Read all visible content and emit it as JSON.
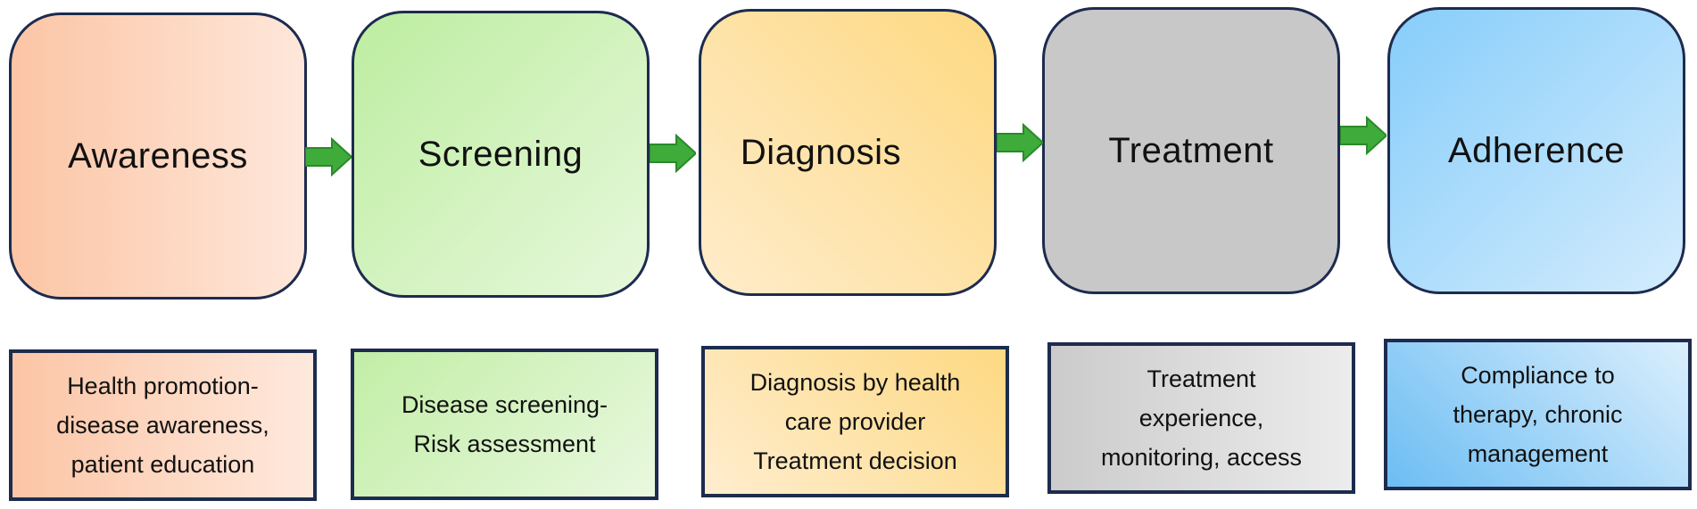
{
  "stages": [
    {
      "label": "Awareness"
    },
    {
      "label": "Screening"
    },
    {
      "label": "Diagnosis"
    },
    {
      "label": "Treatment"
    },
    {
      "label": "Adherence"
    }
  ],
  "descriptions": [
    {
      "text": "Health promotion-\ndisease awareness,\npatient education"
    },
    {
      "text": "Disease screening-\nRisk assessment"
    },
    {
      "text": "Diagnosis by health\ncare provider\nTreatment decision"
    },
    {
      "text": "Treatment\nexperience,\nmonitoring, access"
    },
    {
      "text": "Compliance to\ntherapy, chronic\nmanagement"
    }
  ],
  "colors": {
    "border": "#1d2b4e",
    "arrow_fill": "#3eab3a",
    "arrow_dark": "#2a8a2a",
    "awareness": "#fcc5a5",
    "screening": "#bdeda0",
    "diagnosis": "#fdd982",
    "treatment": "#c8c8c8",
    "adherence": "#86cdfa"
  },
  "icons": {
    "connector": "right-arrow-icon"
  }
}
